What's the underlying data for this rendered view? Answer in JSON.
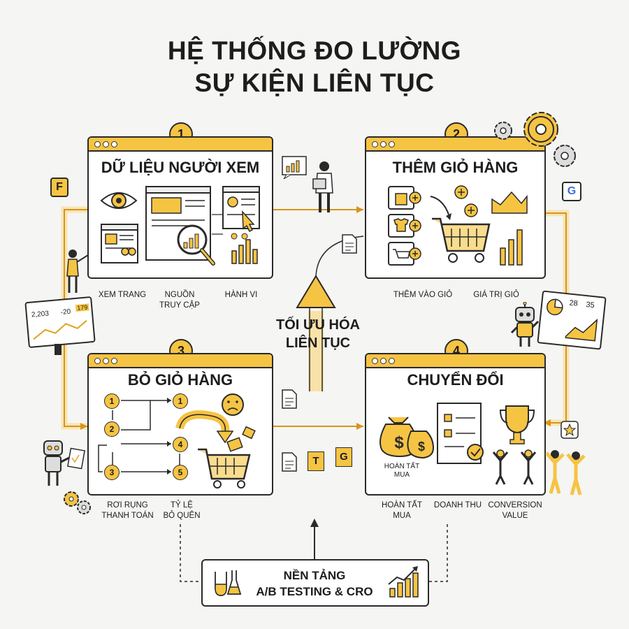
{
  "title": {
    "line1": "HỆ THỐNG ĐO LƯỜNG",
    "line2": "SỰ KIỆN LIÊN TỤC"
  },
  "center": {
    "line1": "TỐI ƯU HÓA",
    "line2": "LIÊN TỤC"
  },
  "steps": [
    {
      "number": "1",
      "title": "DỮ LIỆU NGƯỜI XEM",
      "labels": [
        [
          "XEM TRANG"
        ],
        [
          "NGUỒN",
          "TRUY CẬP"
        ],
        [
          "HÀNH VI"
        ]
      ]
    },
    {
      "number": "2",
      "title": "THÊM GIỎ HÀNG",
      "labels": [
        [
          "THÊM VÀO GIỎ"
        ],
        [
          "GIÁ TRỊ GIỎ"
        ]
      ]
    },
    {
      "number": "3",
      "title": "BỎ GIỎ HÀNG",
      "flow_numbers": [
        "1",
        "1",
        "2",
        "4",
        "3",
        "5"
      ],
      "labels": [
        [
          "RƠI RỤNG",
          "THANH TOÁN"
        ],
        [
          "TỶ LỆ",
          "BỎ QUÊN"
        ]
      ]
    },
    {
      "number": "4",
      "title": "CHUYỂN ĐỔI",
      "inner_label": [
        "HOÀN TẤT",
        "MUA"
      ],
      "labels": [
        [
          "HOÀN TẤT",
          "MUA"
        ],
        [
          "DOANH THU"
        ],
        [
          "CONVERSION",
          "VALUE"
        ]
      ]
    }
  ],
  "base": {
    "line1": "NỀN TẢNG",
    "line2": "A/B TESTING & CRO"
  },
  "dashboard_left": {
    "values": [
      "2,203",
      "-20",
      "179"
    ]
  },
  "dashboard_right": {
    "values": [
      "28",
      "35"
    ]
  },
  "side_icons": {
    "top_left": "F",
    "top_right": "G",
    "doc_t": "T",
    "doc_g": "G"
  },
  "icons": [
    "eye-icon",
    "magnifier-icon",
    "cursor-icon",
    "bag-plus-icon",
    "cart-icon",
    "sad-face-icon",
    "money-bag-icon",
    "trophy-icon",
    "gear-icon",
    "robot-icon",
    "flask-icon"
  ],
  "colors": {
    "accent": "#f6c443",
    "line": "#2a2a2a",
    "glow": "#fbd36b",
    "background": "#f5f5f3"
  }
}
